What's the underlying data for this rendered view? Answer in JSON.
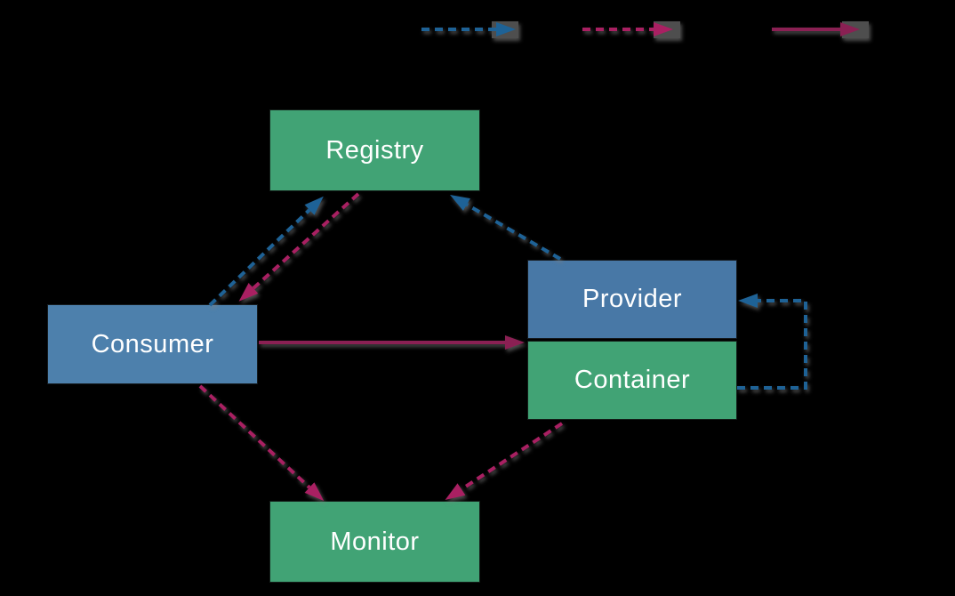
{
  "palette": {
    "background": "#000000",
    "node_green": "#41a375",
    "node_blue": "#4878a6",
    "node_blue_light": "#4d80ac",
    "node_text": "#ffffff",
    "arrow_blue": "#1e6296",
    "arrow_magenta": "#a92062",
    "arrow_magenta_solid": "#8a2053",
    "legend_box_gray": "#4e4e4e"
  },
  "legend": {
    "marker_box_color": "#4e4e4e",
    "items": [
      {
        "id": "blue-dashed-arrow",
        "line_style": "dashed",
        "color": "#1e6296"
      },
      {
        "id": "magenta-dashed-arrow",
        "line_style": "dashed",
        "color": "#a92062"
      },
      {
        "id": "magenta-solid-arrow",
        "line_style": "solid",
        "color": "#8a2053"
      }
    ]
  },
  "nodes": {
    "registry": {
      "label": "Registry",
      "fill": "#41a375"
    },
    "provider": {
      "label": "Provider",
      "fill": "#4878a6"
    },
    "container": {
      "label": "Container",
      "fill": "#41a375"
    },
    "consumer": {
      "label": "Consumer",
      "fill": "#4d80ac"
    },
    "monitor": {
      "label": "Monitor",
      "fill": "#41a375"
    }
  },
  "edges": [
    {
      "id": "consumer-to-registry",
      "from": "consumer",
      "to": "registry",
      "style": "dashed",
      "color": "#1e6296"
    },
    {
      "id": "registry-to-consumer",
      "from": "registry",
      "to": "consumer",
      "style": "dashed",
      "color": "#a92062"
    },
    {
      "id": "provider-to-registry",
      "from": "provider",
      "to": "registry",
      "style": "dashed",
      "color": "#1e6296"
    },
    {
      "id": "consumer-to-provider",
      "from": "consumer",
      "to": "provider",
      "style": "solid",
      "color": "#8a2053"
    },
    {
      "id": "consumer-to-monitor",
      "from": "consumer",
      "to": "monitor",
      "style": "dashed",
      "color": "#a92062"
    },
    {
      "id": "container-to-monitor",
      "from": "container",
      "to": "monitor",
      "style": "dashed",
      "color": "#a92062"
    },
    {
      "id": "container-to-provider-loop",
      "from": "container",
      "to": "provider",
      "style": "dashed",
      "color": "#1e6296"
    }
  ]
}
